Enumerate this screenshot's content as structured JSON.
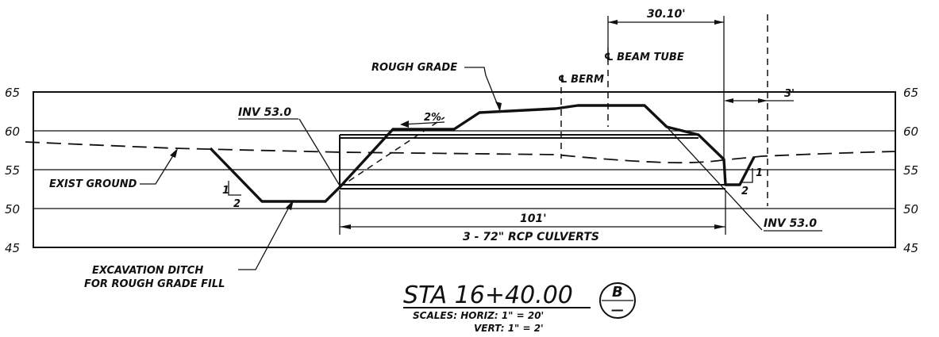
{
  "elevations": {
    "left": [
      "65",
      "60",
      "55",
      "50",
      "45"
    ],
    "right": [
      "65",
      "60",
      "55",
      "50",
      "45"
    ]
  },
  "labels": {
    "rough_grade": "ROUGH GRADE",
    "berm": "℄ BERM",
    "beam_tube": "℄ BEAM TUBE",
    "dim_30_10": "30.10'",
    "dim_3": "3'",
    "inv_left": "INV 53.0",
    "inv_right": "INV 53.0",
    "slope_pct": "2%",
    "exist_ground": "EXIST GROUND",
    "slope_left_v": "1",
    "slope_left_h": "2",
    "slope_right_v": "1",
    "slope_right_h": "2",
    "culvert_len": "101'",
    "culvert_desc": "3 - 72\" RCP CULVERTS",
    "ditch_line1": "EXCAVATION DITCH",
    "ditch_line2": "FOR ROUGH GRADE FILL"
  },
  "title_block": {
    "station": "STA  16+40.00",
    "section_letter": "B",
    "section_ref": "—",
    "scales_line1": "SCALES: HORIZ: 1\" = 20'",
    "scales_line2": "VERT: 1\" = 2'"
  }
}
